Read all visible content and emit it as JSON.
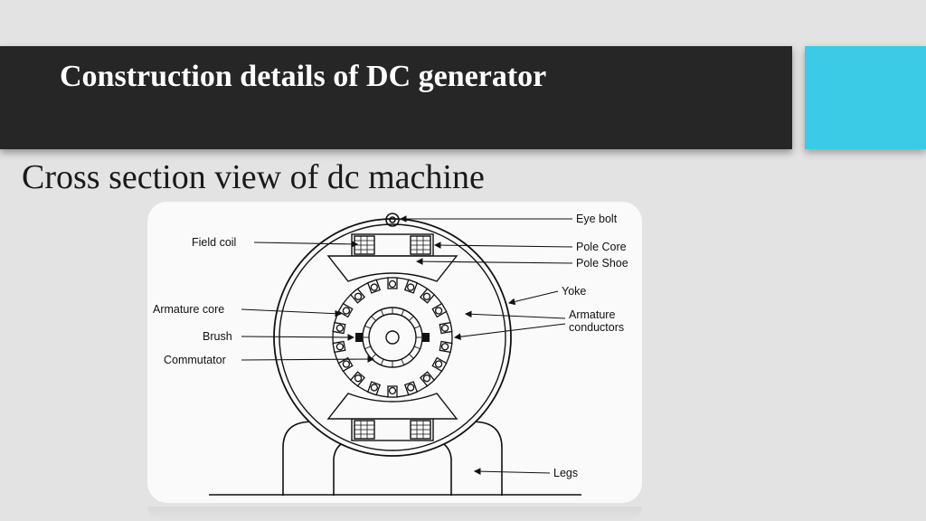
{
  "slide": {
    "title": "Construction details of DC generator",
    "subtitle": "Cross section view of dc machine",
    "colors": {
      "title_bar": "#262626",
      "accent": "#3ccbe6",
      "background": "#e3e3e3"
    }
  },
  "diagram": {
    "labels": {
      "eye_bolt": "Eye bolt",
      "pole_core": "Pole Core",
      "pole_shoe": "Pole Shoe",
      "yoke": "Yoke",
      "armature_conductors_1": "Armature",
      "armature_conductors_2": "conductors",
      "field_coil": "Field coil",
      "armature_core": "Armature core",
      "brush": "Brush",
      "commutator": "Commutator",
      "legs": "Legs"
    }
  }
}
